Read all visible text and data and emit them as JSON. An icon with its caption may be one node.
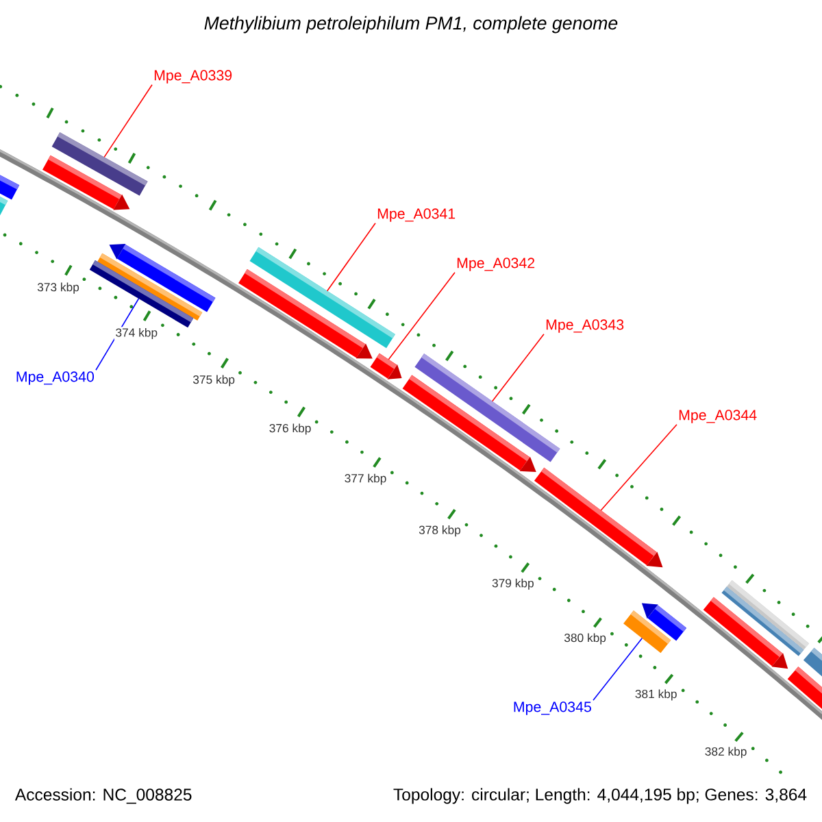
{
  "diagram": {
    "title": "Methylibium petroleiphilum PM1, complete genome",
    "nodes": [
      {
        "text": [
          "Mpe_A0339"
        ]
      },
      {
        "text": [],
        "shape": "bar"
      },
      {
        "text": [
          "Mpe_A0341"
        ]
      },
      {
        "text": [],
        "shape": "bar"
      },
      {
        "text": [
          "Mpe_A0342"
        ]
      },
      {
        "text": [],
        "shape": "arrow"
      },
      {
        "text": [
          "Mpe_A0343"
        ]
      },
      {
        "text": [],
        "shape": "bar"
      },
      {
        "text": [
          "Mpe_A0344"
        ]
      },
      {
        "text": [],
        "shape": "arrow"
      },
      {
        "text": [
          "Mpe_A0340"
        ]
      },
      {
        "text": [],
        "shape": "arrow"
      },
      {
        "text": [
          "Mpe_A0345"
        ]
      },
      {
        "text": [],
        "shape": "arrow"
      },
      {
        "text": [],
        "shape": "bar"
      },
      {
        "text": [],
        "shape": "bar"
      },
      {
        "text": [],
        "shape": "arrow"
      },
      {
        "text": [],
        "shape": "arrow"
      },
      {
        "text": [],
        "shape": "arrow"
      },
      {
        "text": [],
        "shape": "bar"
      },
      {
        "text": [],
        "shape": "bar"
      },
      {
        "text": [],
        "shape": "arrow"
      },
      {
        "text": [],
        "shape": "bar"
      },
      {
        "text": [],
        "shape": "bar"
      },
      {
        "text": [],
        "shape": "bar"
      },
      {
        "text": [],
        "shape": "arrow"
      },
      {
        "text": [],
        "shape": "bar"
      }
    ],
    "edges": [
      {
        "from": 0,
        "to": 1,
        "arrow": "none"
      },
      {
        "from": 2,
        "to": 3,
        "arrow": "none"
      },
      {
        "from": 4,
        "to": 5,
        "arrow": "none"
      },
      {
        "from": 6,
        "to": 7,
        "arrow": "none"
      },
      {
        "from": 8,
        "to": 9,
        "arrow": "none"
      },
      {
        "from": 10,
        "to": 20,
        "arrow": "none",
        "color": "#0000ff"
      },
      {
        "from": 12,
        "to": 24,
        "arrow": "none",
        "color": "#0000ff"
      }
    ],
    "labels": [
      "373 kbp",
      "374 kbp",
      "375 kbp",
      "376 kbp",
      "377 kbp",
      "378 kbp",
      "379 kbp",
      "380 kbp",
      "381 kbp",
      "382 kbp",
      "Accession: NC_008825",
      "Topology: circular; Length: 4,044,195 bp; Genes: 3,864"
    ]
  }
}
